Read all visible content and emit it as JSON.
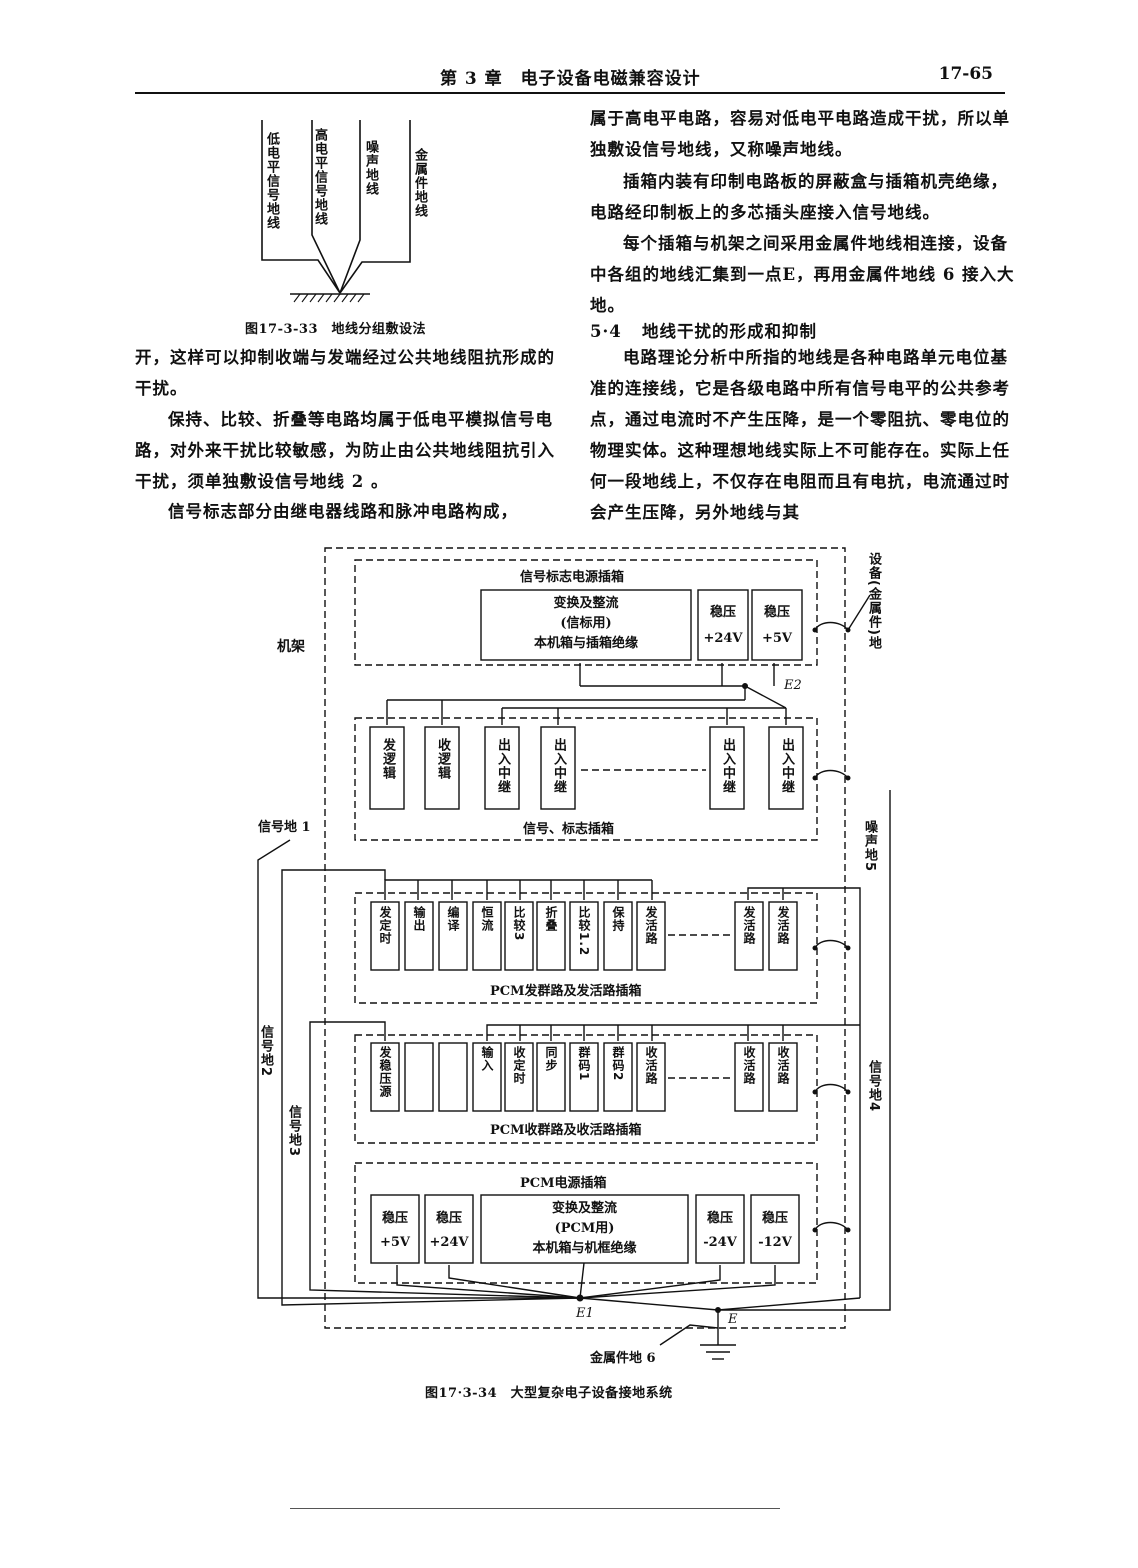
{
  "header": {
    "chapter_title": "第 3 章　电子设备电磁兼容设计",
    "page_number": "17-65"
  },
  "fig33": {
    "wire_labels": [
      "低电平信号地线",
      "高电平信号地线",
      "噪声地线",
      "金属件地线"
    ],
    "caption": "图17-3-33　地线分组敷设法"
  },
  "left_paragraphs": [
    "开，这样可以抑制收端与发端经过公共地线阻抗形成的干扰。",
    "保持、比较、折叠等电路均属于低电平模拟信号电路，对外来干扰比较敏感，为防止由公共地线阻抗引入干扰，须单独敷设信号地线 2 。",
    "信号标志部分由继电器线路和脉冲电路构成，"
  ],
  "right_paragraphs": [
    "属于高电平电路，容易对低电平电路造成干扰，所以单独敷设信号地线，又称噪声地线。",
    "插箱内装有印制电路板的屏蔽盒与插箱机壳绝缘，电路经印制板上的多芯插头座接入信号地线。",
    "每个插箱与机架之间采用金属件地线相连接，设备中各组的地线汇集到一点E，再用金属件地线 6 接入大地。"
  ],
  "section": {
    "number": "5·4",
    "title": "地线干扰的形成和抑制"
  },
  "section_paragraph": "电路理论分析中所指的地线是各种电路单元电位基准的连接线，它是各级电路中所有信号电平的公共参考点，通过电流时不产生压降，是一个零阻抗、零电位的物理实体。这种理想地线实际上不可能存在。实际上任何一段地线上，不仅存在电阻而且有电抗，电流通过时会产生压降，另外地线与其",
  "fig34": {
    "caption": "图17·3-34　大型复杂电子设备接地系统",
    "frame_label": "机架",
    "device_ground_label": "设备(金属件)地",
    "noise_ground_label": "噪声地5",
    "signal_grounds": [
      "信号地 1",
      "信号地2",
      "信号地3",
      "信号地4"
    ],
    "metal_ground_label": "金属件地 6",
    "nodes": {
      "e1": "E1",
      "e2": "E2",
      "e": "E"
    },
    "box1": {
      "title": "信号标志电源插箱",
      "converter": [
        "变换及整流",
        "(信标用)",
        "本机箱与插箱绝缘"
      ],
      "reg1": [
        "稳压",
        "+24V"
      ],
      "reg2": [
        "稳压",
        "+5V"
      ]
    },
    "box2": {
      "title": "信号、标志插箱",
      "cards": [
        "发逻辑",
        "收逻辑",
        "出入中继",
        "出入中继",
        "出入中继",
        "出入中继"
      ]
    },
    "box3": {
      "title": "PCM发群路及发活路插箱",
      "cards": [
        "发定时",
        "输出",
        "编译",
        "恒流",
        "比较3",
        "折叠",
        "比较1.2",
        "保持",
        "发活路",
        "发活路",
        "发活路"
      ]
    },
    "box4": {
      "title": "PCM收群路及收活路插箱",
      "cards": [
        "发稳压源",
        "",
        "",
        "输入",
        "收定时",
        "同步",
        "群码1",
        "群码2",
        "收活路",
        "收活路",
        "收活路"
      ]
    },
    "box5": {
      "title": "PCM电源插箱",
      "reg1": [
        "稳压",
        "+5V"
      ],
      "reg2": [
        "稳压",
        "+24V"
      ],
      "converter": [
        "变换及整流",
        "(PCM用)",
        "本机箱与机框绝缘"
      ],
      "reg3": [
        "稳压",
        "-24V"
      ],
      "reg4": [
        "稳压",
        "-12V"
      ]
    }
  }
}
